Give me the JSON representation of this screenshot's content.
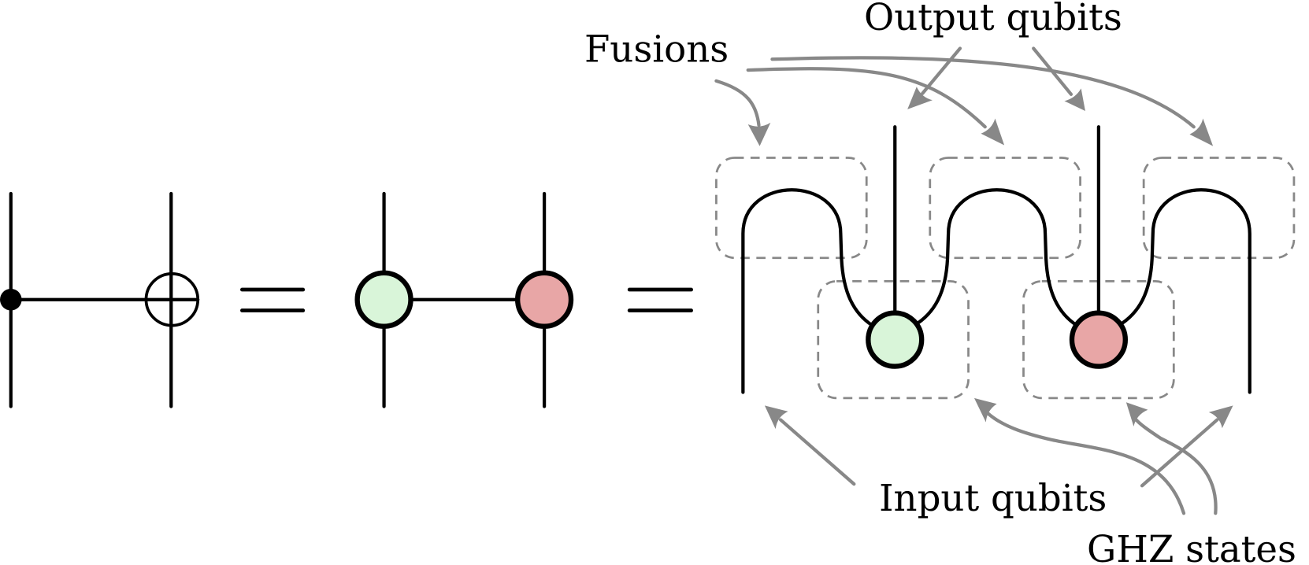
{
  "labels": {
    "fusions": "Fusions",
    "output_qubits": "Output qubits",
    "input_qubits": "Input qubits",
    "ghz_states": "GHZ states"
  },
  "colors": {
    "wire": "#000000",
    "z_spider_fill": "#d9f5d9",
    "x_spider_fill": "#e8a6a6",
    "annotation": "#888888",
    "fusion_box": "#888888",
    "background": "#ffffff"
  },
  "panels": [
    {
      "name": "cnot-circuit",
      "elements": [
        "control-dot",
        "target-xor"
      ]
    },
    {
      "name": "zx-diagram",
      "elements": [
        "green-z-spider",
        "red-x-spider"
      ]
    },
    {
      "name": "fusion-network",
      "elements": [
        "3 fusion boxes (top)",
        "2 GHZ boxes (bottom)",
        "green GHZ node",
        "red GHZ node"
      ]
    }
  ],
  "equals_signs": 2
}
